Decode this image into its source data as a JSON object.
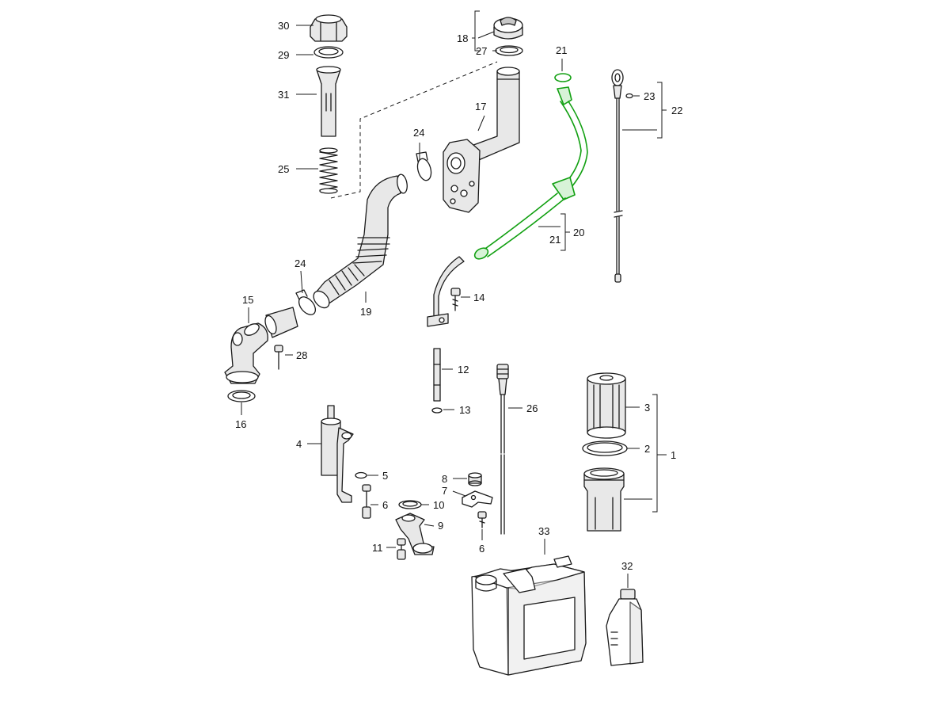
{
  "callouts": {
    "c1": "1",
    "c2": "2",
    "c3": "3",
    "c4": "4",
    "c5": "5",
    "c6a": "6",
    "c6b": "6",
    "c7": "7",
    "c8": "8",
    "c9": "9",
    "c10": "10",
    "c11": "11",
    "c12": "12",
    "c13": "13",
    "c14": "14",
    "c15": "15",
    "c16": "16",
    "c17": "17",
    "c18": "18",
    "c19": "19",
    "c20": "20",
    "c21a": "21",
    "c21b": "21",
    "c22": "22",
    "c23": "23",
    "c24a": "24",
    "c24b": "24",
    "c25": "25",
    "c26": "26",
    "c27": "27",
    "c28": "28",
    "c29": "29",
    "c30": "30",
    "c31": "31",
    "c32": "32",
    "c33": "33"
  },
  "colors": {
    "highlight": "#12a012",
    "line": "#1a1a1a",
    "background": "#ffffff"
  }
}
